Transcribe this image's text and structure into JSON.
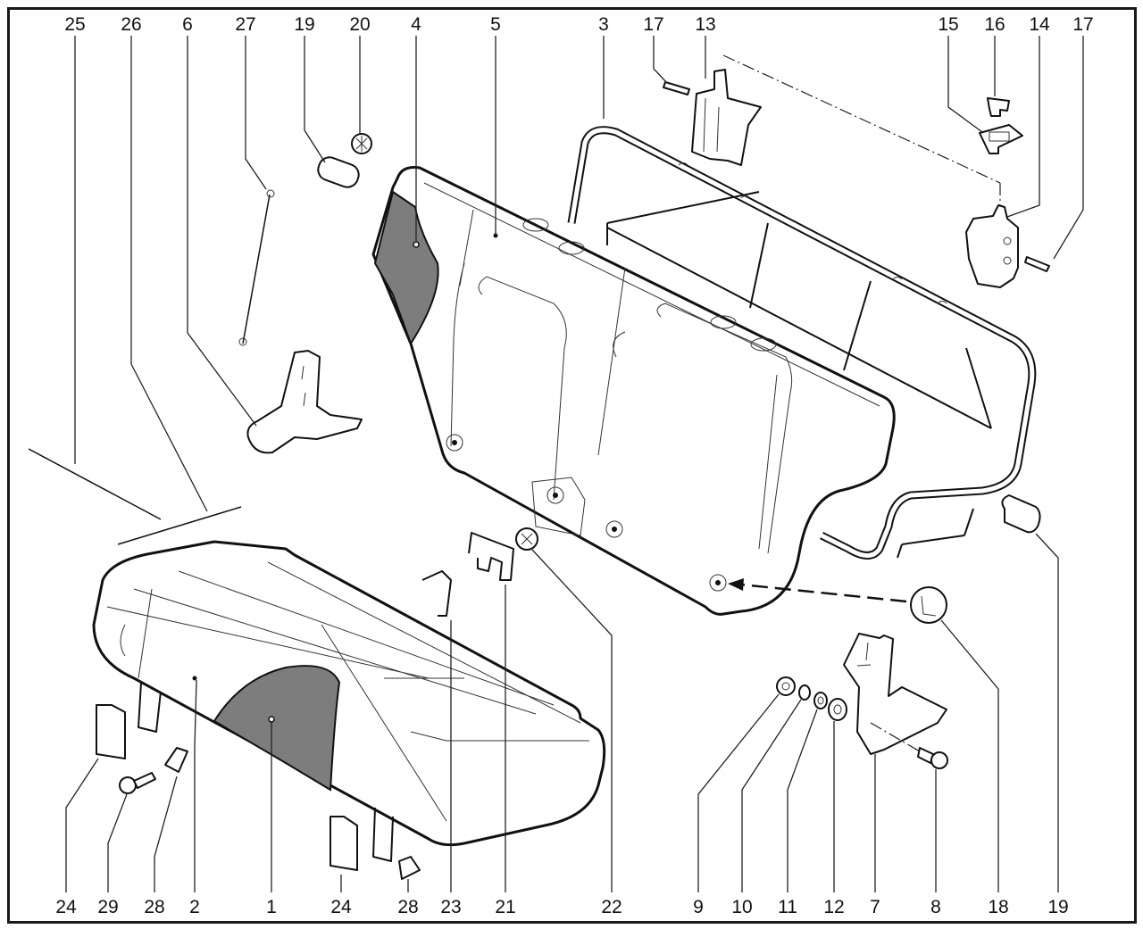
{
  "diagram": {
    "type": "exploded-parts-diagram",
    "subject": "rear seat bench assembly",
    "top_callouts": [
      {
        "id": "c-top-25",
        "label": "25"
      },
      {
        "id": "c-top-26",
        "label": "26"
      },
      {
        "id": "c-top-6",
        "label": "6"
      },
      {
        "id": "c-top-27",
        "label": "27"
      },
      {
        "id": "c-top-19",
        "label": "19"
      },
      {
        "id": "c-top-20",
        "label": "20"
      },
      {
        "id": "c-top-4",
        "label": "4"
      },
      {
        "id": "c-top-5",
        "label": "5"
      },
      {
        "id": "c-top-3",
        "label": "3"
      },
      {
        "id": "c-top-17a",
        "label": "17"
      },
      {
        "id": "c-top-13",
        "label": "13"
      },
      {
        "id": "c-top-15",
        "label": "15"
      },
      {
        "id": "c-top-16",
        "label": "16"
      },
      {
        "id": "c-top-14",
        "label": "14"
      },
      {
        "id": "c-top-17b",
        "label": "17"
      }
    ],
    "bottom_callouts": [
      {
        "id": "c-bot-24a",
        "label": "24"
      },
      {
        "id": "c-bot-29",
        "label": "29"
      },
      {
        "id": "c-bot-28a",
        "label": "28"
      },
      {
        "id": "c-bot-2",
        "label": "2"
      },
      {
        "id": "c-bot-1",
        "label": "1"
      },
      {
        "id": "c-bot-24b",
        "label": "24"
      },
      {
        "id": "c-bot-28b",
        "label": "28"
      },
      {
        "id": "c-bot-23",
        "label": "23"
      },
      {
        "id": "c-bot-21",
        "label": "21"
      },
      {
        "id": "c-bot-22",
        "label": "22"
      },
      {
        "id": "c-bot-9",
        "label": "9"
      },
      {
        "id": "c-bot-10",
        "label": "10"
      },
      {
        "id": "c-bot-11",
        "label": "11"
      },
      {
        "id": "c-bot-12",
        "label": "12"
      },
      {
        "id": "c-bot-7",
        "label": "7"
      },
      {
        "id": "c-bot-8",
        "label": "8"
      },
      {
        "id": "c-bot-18",
        "label": "18"
      },
      {
        "id": "c-bot-19",
        "label": "19"
      }
    ],
    "colors": {
      "line": "#111111",
      "fabric_fill": "#7d7d7d",
      "background": "#ffffff"
    }
  }
}
